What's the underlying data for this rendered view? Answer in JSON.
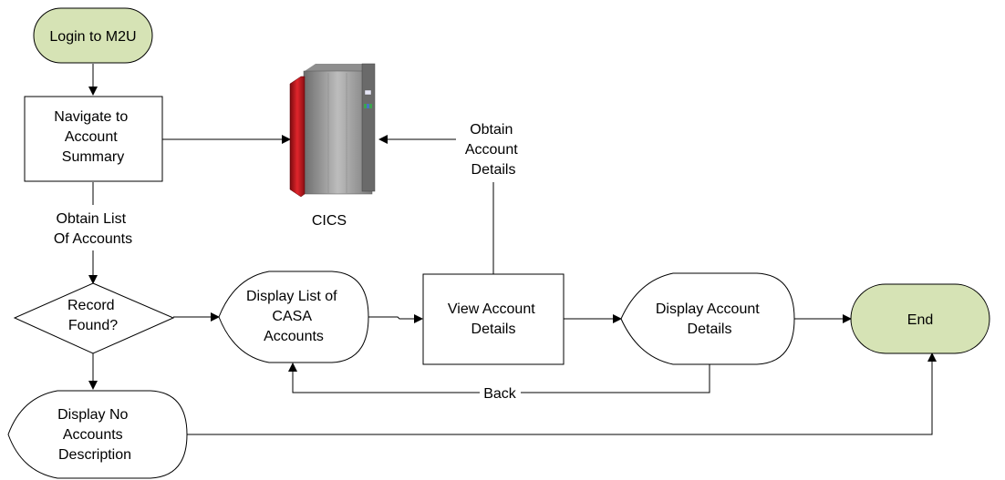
{
  "colors": {
    "terminator_fill": "#d6e3b5",
    "shape_fill": "#ffffff",
    "line": "#000000",
    "server_red": "#c0141a",
    "server_gray": "#8e8e8e"
  },
  "nodes": {
    "login": {
      "text": [
        "Login to M2U"
      ]
    },
    "navigate": {
      "text": [
        "Navigate to",
        "Account",
        "Summary"
      ]
    },
    "cics": {
      "text": [
        "CICS"
      ],
      "icon": "mainframe-server-icon"
    },
    "record_found": {
      "text": [
        "Record",
        "Found?"
      ]
    },
    "display_list": {
      "text": [
        "Display List of",
        "CASA",
        "Accounts"
      ]
    },
    "view_details": {
      "text": [
        "View Account",
        "Details"
      ]
    },
    "display_details": {
      "text": [
        "Display Account",
        "Details"
      ]
    },
    "end": {
      "text": [
        "End"
      ]
    },
    "display_no_accounts": {
      "text": [
        "Display No",
        "Accounts",
        "Description"
      ]
    }
  },
  "edge_labels": {
    "obtain_list": [
      "Obtain List",
      "Of Accounts"
    ],
    "obtain_details": [
      "Obtain",
      "Account",
      "Details"
    ],
    "back": [
      "Back"
    ]
  }
}
